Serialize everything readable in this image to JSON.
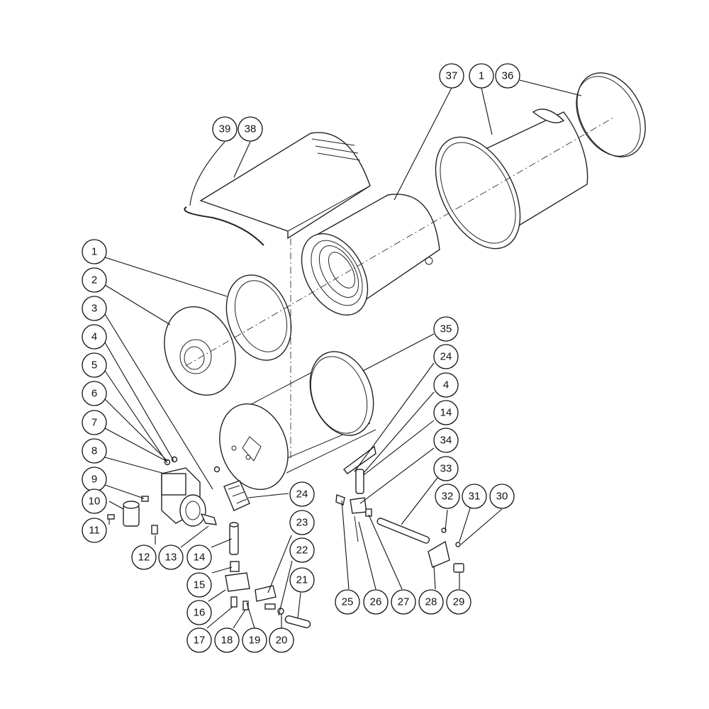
{
  "diagram": {
    "type": "exploded-parts-view",
    "callouts": [
      "1",
      "2",
      "3",
      "4",
      "5",
      "6",
      "7",
      "8",
      "9",
      "10",
      "11",
      "12",
      "13",
      "14",
      "15",
      "16",
      "17",
      "18",
      "19",
      "20",
      "21",
      "22",
      "23",
      "24",
      "25",
      "26",
      "27",
      "28",
      "29",
      "30",
      "31",
      "32",
      "33",
      "34",
      "35",
      "36",
      "37",
      "38",
      "39",
      "1",
      "4",
      "14",
      "24"
    ]
  }
}
